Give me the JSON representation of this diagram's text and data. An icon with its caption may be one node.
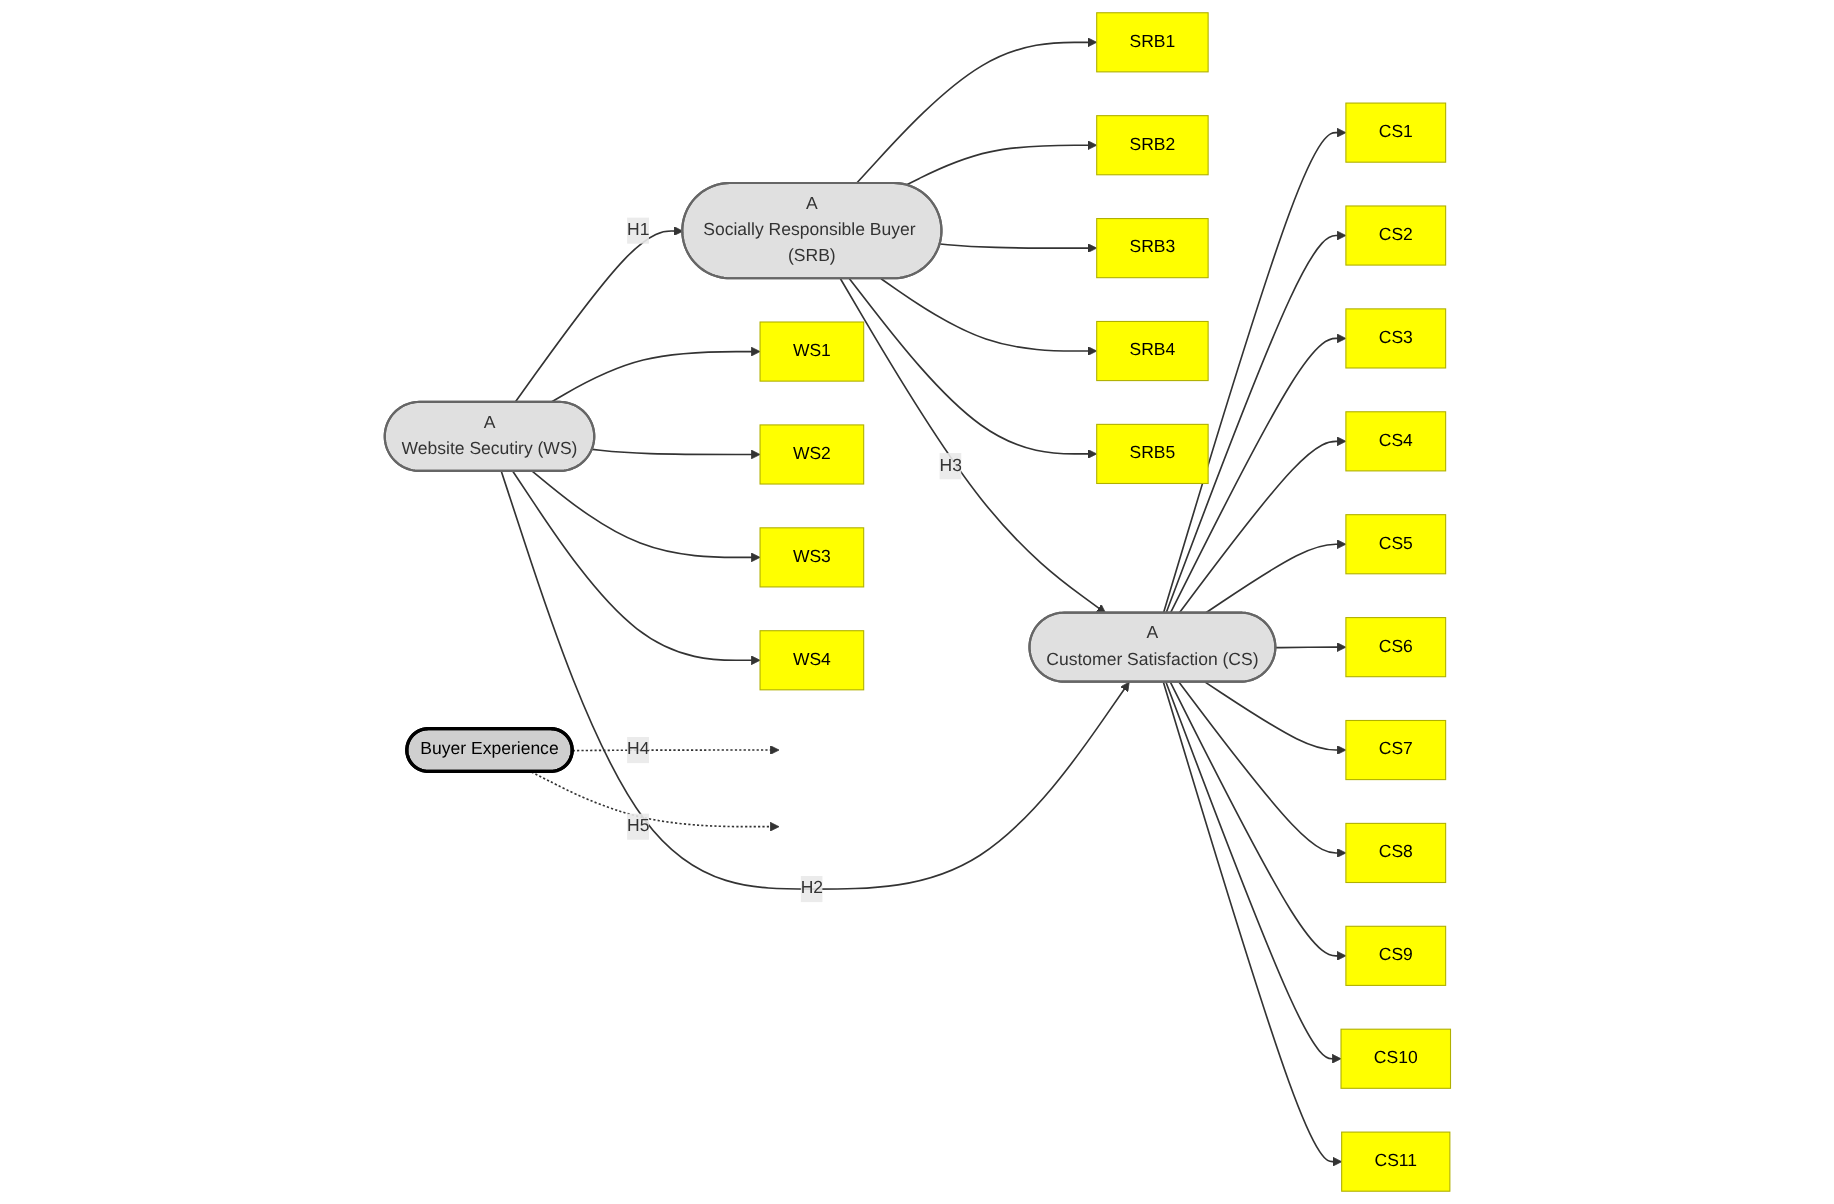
{
  "diagram": {
    "nodes": [
      {
        "text": [
          "SRB1"
        ]
      },
      {
        "text": [
          "SRB2"
        ]
      },
      {
        "text": [
          "SRB3"
        ]
      },
      {
        "text": [
          "SRB4"
        ]
      },
      {
        "text": [
          "SRB5"
        ]
      },
      {
        "text": [
          "A",
          "Socially Responsible Buyer (SRB)"
        ]
      },
      {
        "text": [
          "WS1"
        ]
      },
      {
        "text": [
          "WS2"
        ]
      },
      {
        "text": [
          "WS3"
        ]
      },
      {
        "text": [
          "WS4"
        ]
      },
      {
        "text": [
          "A",
          "Website Secutiry (WS)"
        ]
      },
      {
        "text": [
          "Buyer Experience"
        ]
      },
      {
        "text": [
          "A",
          "Customer Satisfaction (CS)"
        ]
      },
      {
        "text": [
          "CS1"
        ]
      },
      {
        "text": [
          "CS2"
        ]
      },
      {
        "text": [
          "CS3"
        ]
      },
      {
        "text": [
          "CS4"
        ]
      },
      {
        "text": [
          "CS5"
        ]
      },
      {
        "text": [
          "CS6"
        ]
      },
      {
        "text": [
          "CS7"
        ]
      },
      {
        "text": [
          "CS8"
        ]
      },
      {
        "text": [
          "CS9"
        ]
      },
      {
        "text": [
          "CS10"
        ]
      },
      {
        "text": [
          "CS11"
        ]
      }
    ],
    "edges": [
      {
        "from": 10,
        "to": 5,
        "arrow": "to",
        "label": "H1"
      },
      {
        "from": 10,
        "to": 12,
        "arrow": "to",
        "label": "H2"
      },
      {
        "from": 5,
        "to": 12,
        "arrow": "to",
        "label": "H3"
      },
      {
        "from": 11,
        "to": null,
        "arrow": "to",
        "label": "H4",
        "style": "dashed"
      },
      {
        "from": 11,
        "to": null,
        "arrow": "to",
        "label": "H5",
        "style": "dashed"
      },
      {
        "from": 5,
        "to": 0,
        "arrow": "to"
      },
      {
        "from": 5,
        "to": 1,
        "arrow": "to"
      },
      {
        "from": 5,
        "to": 2,
        "arrow": "to"
      },
      {
        "from": 5,
        "to": 3,
        "arrow": "to"
      },
      {
        "from": 5,
        "to": 4,
        "arrow": "to"
      },
      {
        "from": 10,
        "to": 6,
        "arrow": "to"
      },
      {
        "from": 10,
        "to": 7,
        "arrow": "to"
      },
      {
        "from": 10,
        "to": 8,
        "arrow": "to"
      },
      {
        "from": 10,
        "to": 9,
        "arrow": "to"
      },
      {
        "from": 12,
        "to": 13,
        "arrow": "to"
      },
      {
        "from": 12,
        "to": 14,
        "arrow": "to"
      },
      {
        "from": 12,
        "to": 15,
        "arrow": "to"
      },
      {
        "from": 12,
        "to": 16,
        "arrow": "to"
      },
      {
        "from": 12,
        "to": 17,
        "arrow": "to"
      },
      {
        "from": 12,
        "to": 18,
        "arrow": "to"
      },
      {
        "from": 12,
        "to": 19,
        "arrow": "to"
      },
      {
        "from": 12,
        "to": 20,
        "arrow": "to"
      },
      {
        "from": 12,
        "to": 21,
        "arrow": "to"
      },
      {
        "from": 12,
        "to": 22,
        "arrow": "to"
      },
      {
        "from": 12,
        "to": 23,
        "arrow": "to"
      }
    ]
  }
}
